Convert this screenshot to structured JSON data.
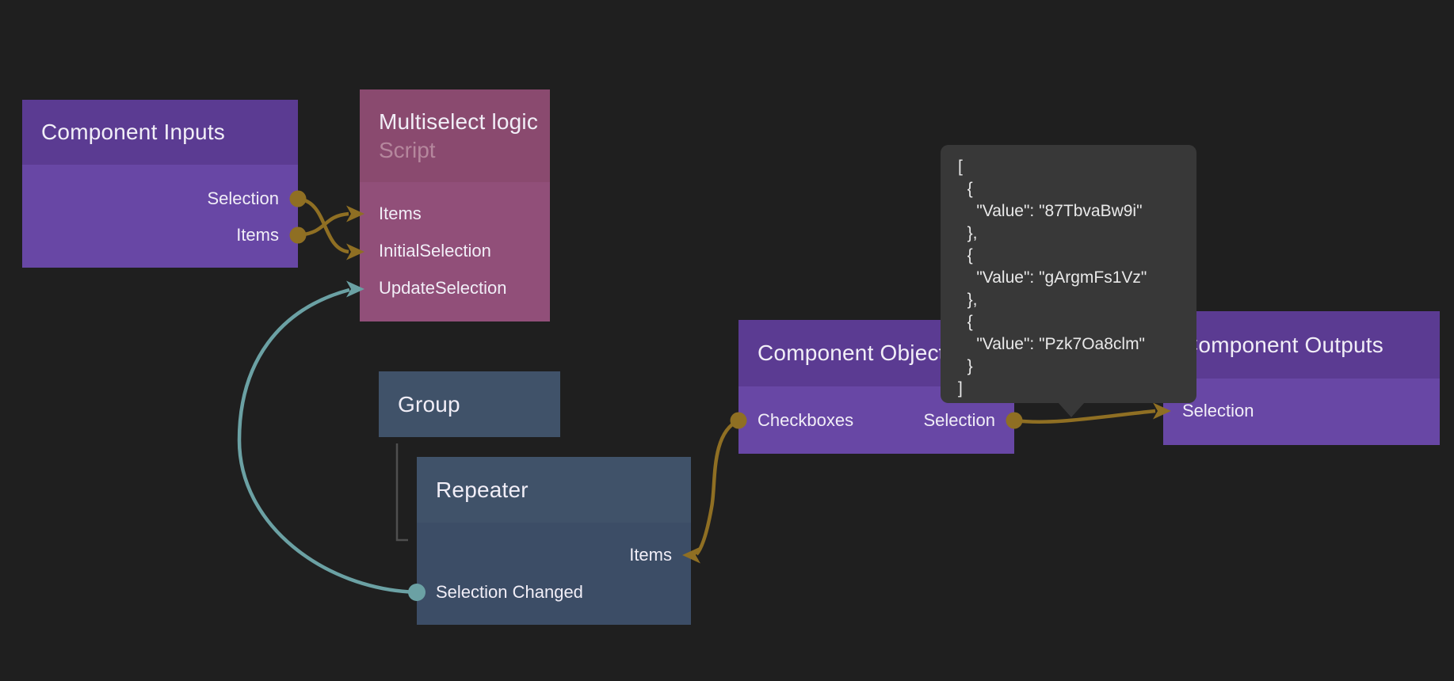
{
  "colors": {
    "background": "#1f1f1f",
    "data_wire_gold": "#8f6f23",
    "signal_wire_teal": "#6ba1a4",
    "purple_node_header": "#5b3b92",
    "purple_node_body": "#6847a5",
    "script_node_header": "#8a4a6f",
    "script_node_body": "#914f79",
    "visual_node_header": "#405269",
    "visual_node_body": "#3c4d66",
    "tooltip_background": "#383838"
  },
  "nodes": {
    "component_inputs": {
      "title": "Component Inputs",
      "ports": [
        {
          "label": "Selection"
        },
        {
          "label": "Items"
        }
      ]
    },
    "multiselect_logic": {
      "title": "Multiselect logic",
      "subtitle": "Script",
      "ports": [
        {
          "label": "Items"
        },
        {
          "label": "InitialSelection"
        },
        {
          "label": "UpdateSelection"
        }
      ]
    },
    "group": {
      "title": "Group"
    },
    "repeater": {
      "title": "Repeater",
      "ports": [
        {
          "label": "Items"
        },
        {
          "label": "Selection Changed"
        }
      ]
    },
    "component_object": {
      "title": "Component Object",
      "ports": [
        {
          "label": "Checkboxes"
        },
        {
          "label": "Selection"
        }
      ]
    },
    "component_outputs": {
      "title": "Component Outputs",
      "ports": [
        {
          "label": "Selection"
        }
      ]
    }
  },
  "tooltip": {
    "json_text": "[\n  {\n    \"Value\": \"87TbvaBw9i\"\n  },\n  {\n    \"Value\": \"gArgmFs1Vz\"\n  },\n  {\n    \"Value\": \"Pzk7Oa8clm\"\n  }\n]"
  }
}
